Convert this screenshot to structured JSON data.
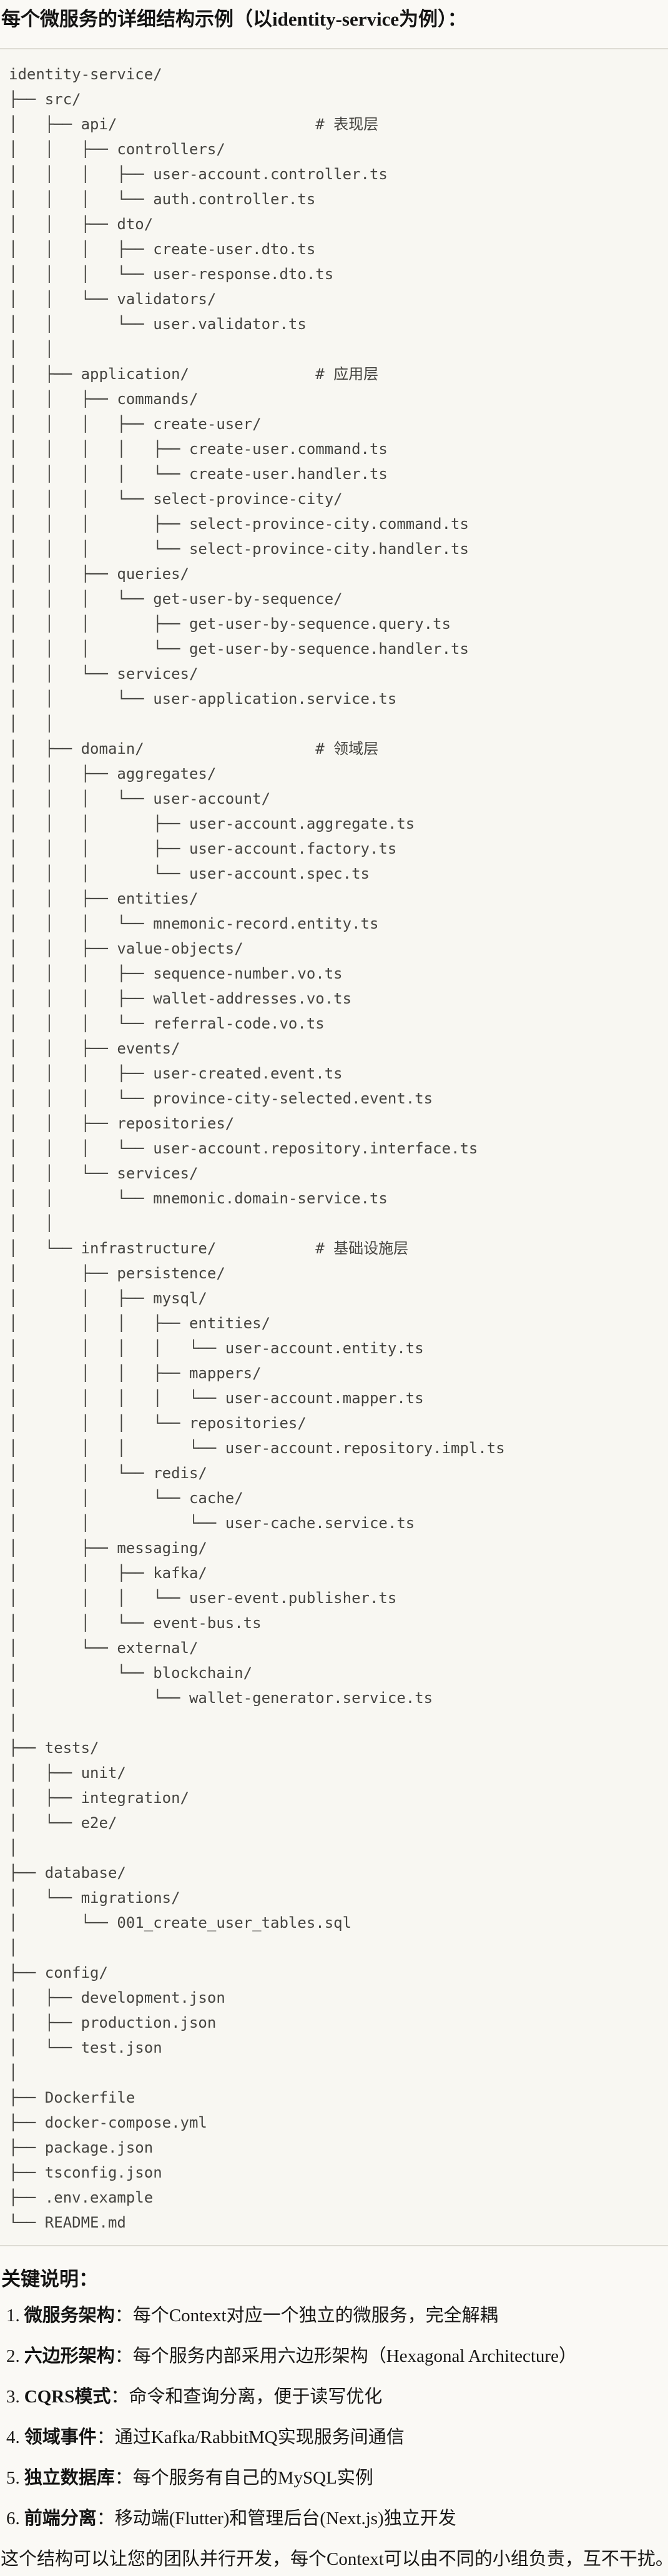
{
  "document": {
    "title": "每个微服务的详细结构示例（以identity-service为例）：",
    "section_heading": "关键说明：",
    "closing_paragraph": "这个结构可以让您的团队并行开发，每个Context可以由不同的小组负责，互不干扰。"
  },
  "file_tree": {
    "root": "identity-service/",
    "layer_comments": [
      "# 表现层",
      "# 应用层",
      "# 领域层",
      "# 基础设施层"
    ],
    "lines": [
      "identity-service/",
      "├── src/",
      "│   ├── api/                      # 表现层",
      "│   │   ├── controllers/",
      "│   │   │   ├── user-account.controller.ts",
      "│   │   │   └── auth.controller.ts",
      "│   │   ├── dto/",
      "│   │   │   ├── create-user.dto.ts",
      "│   │   │   └── user-response.dto.ts",
      "│   │   └── validators/",
      "│   │       └── user.validator.ts",
      "│   │",
      "│   ├── application/              # 应用层",
      "│   │   ├── commands/",
      "│   │   │   ├── create-user/",
      "│   │   │   │   ├── create-user.command.ts",
      "│   │   │   │   └── create-user.handler.ts",
      "│   │   │   └── select-province-city/",
      "│   │   │       ├── select-province-city.command.ts",
      "│   │   │       └── select-province-city.handler.ts",
      "│   │   ├── queries/",
      "│   │   │   └── get-user-by-sequence/",
      "│   │   │       ├── get-user-by-sequence.query.ts",
      "│   │   │       └── get-user-by-sequence.handler.ts",
      "│   │   └── services/",
      "│   │       └── user-application.service.ts",
      "│   │",
      "│   ├── domain/                   # 领域层",
      "│   │   ├── aggregates/",
      "│   │   │   └── user-account/",
      "│   │   │       ├── user-account.aggregate.ts",
      "│   │   │       ├── user-account.factory.ts",
      "│   │   │       └── user-account.spec.ts",
      "│   │   ├── entities/",
      "│   │   │   └── mnemonic-record.entity.ts",
      "│   │   ├── value-objects/",
      "│   │   │   ├── sequence-number.vo.ts",
      "│   │   │   ├── wallet-addresses.vo.ts",
      "│   │   │   └── referral-code.vo.ts",
      "│   │   ├── events/",
      "│   │   │   ├── user-created.event.ts",
      "│   │   │   └── province-city-selected.event.ts",
      "│   │   ├── repositories/",
      "│   │   │   └── user-account.repository.interface.ts",
      "│   │   └── services/",
      "│   │       └── mnemonic.domain-service.ts",
      "│   │",
      "│   └── infrastructure/           # 基础设施层",
      "│       ├── persistence/",
      "│       │   ├── mysql/",
      "│       │   │   ├── entities/",
      "│       │   │   │   └── user-account.entity.ts",
      "│       │   │   ├── mappers/",
      "│       │   │   │   └── user-account.mapper.ts",
      "│       │   │   └── repositories/",
      "│       │   │       └── user-account.repository.impl.ts",
      "│       │   └── redis/",
      "│       │       └── cache/",
      "│       │           └── user-cache.service.ts",
      "│       ├── messaging/",
      "│       │   ├── kafka/",
      "│       │   │   └── user-event.publisher.ts",
      "│       │   └── event-bus.ts",
      "│       └── external/",
      "│           └── blockchain/",
      "│               └── wallet-generator.service.ts",
      "│",
      "├── tests/",
      "│   ├── unit/",
      "│   ├── integration/",
      "│   └── e2e/",
      "│",
      "├── database/",
      "│   └── migrations/",
      "│       └── 001_create_user_tables.sql",
      "│",
      "├── config/",
      "│   ├── development.json",
      "│   ├── production.json",
      "│   └── test.json",
      "│",
      "├── Dockerfile",
      "├── docker-compose.yml",
      "├── package.json",
      "├── tsconfig.json",
      "├── .env.example",
      "└── README.md"
    ]
  },
  "key_points": [
    {
      "num": "1.",
      "label": "微服务架构",
      "desc": "：每个Context对应一个独立的微服务，完全解耦"
    },
    {
      "num": "2.",
      "label": "六边形架构",
      "desc": "：每个服务内部采用六边形架构（Hexagonal Architecture）"
    },
    {
      "num": "3.",
      "label": "CQRS模式",
      "desc": "：命令和查询分离，便于读写优化"
    },
    {
      "num": "4.",
      "label": "领域事件",
      "desc": "：通过Kafka/RabbitMQ实现服务间通信"
    },
    {
      "num": "5.",
      "label": "独立数据库",
      "desc": "：每个服务有自己的MySQL实例"
    },
    {
      "num": "6.",
      "label": "前端分离",
      "desc": "：移动端(Flutter)和管理后台(Next.js)独立开发"
    }
  ],
  "colors": {
    "page_bg": "#FAF9F5",
    "code_bg": "#F8F7F2",
    "code_border": "#DEDCD4",
    "code_text": "#454440",
    "text": "#191816"
  }
}
